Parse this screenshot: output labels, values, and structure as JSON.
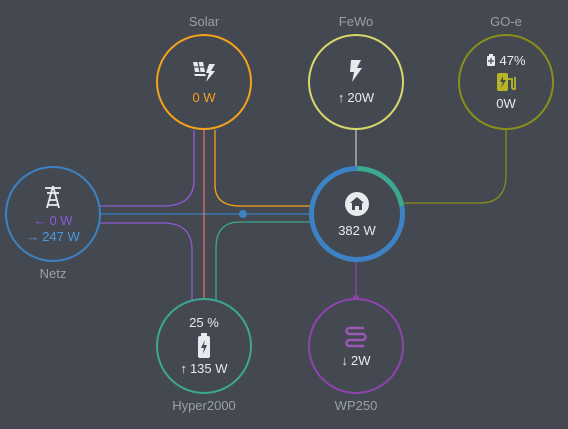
{
  "nodes": {
    "solar": {
      "label": "Solar",
      "value": "0 W",
      "color": "#f5a21b"
    },
    "fewo": {
      "label": "FeWo",
      "value": "20W",
      "direction": "↑",
      "color": "#d9d86a"
    },
    "goe": {
      "label": "GO-e",
      "battery": "47%",
      "value": "0W",
      "color": "#8a8f1a"
    },
    "netz": {
      "label": "Netz",
      "import": "0 W",
      "import_arrow": "←",
      "export": "247 W",
      "export_arrow": "→",
      "color": "#3c82c4"
    },
    "home": {
      "value": "382 W",
      "color": "#3c82c4"
    },
    "hyper": {
      "label": "Hyper2000",
      "soc": "25 %",
      "value": "135 W",
      "direction": "↑",
      "color": "#3ba88f"
    },
    "wp": {
      "label": "WP250",
      "value": "2W",
      "direction": "↓",
      "color": "#8e44ad"
    }
  }
}
